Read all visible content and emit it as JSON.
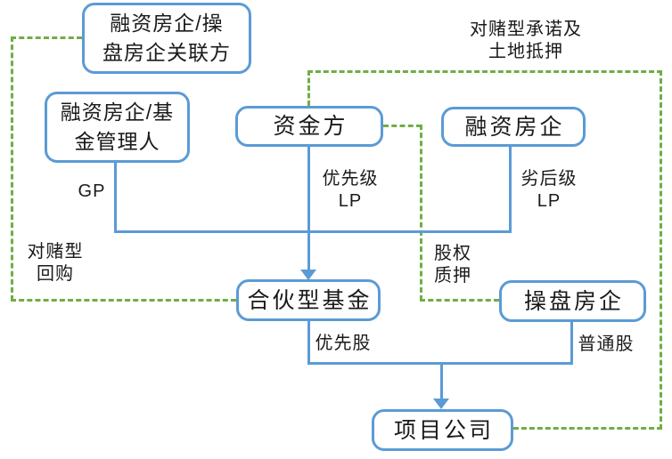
{
  "colors": {
    "box_border_blue": "#5B9BD5",
    "connector_blue": "#5B9BD5",
    "connector_green_dashed": "#70AD47",
    "text": "#1A1A1A",
    "background": "#FFFFFF"
  },
  "nodes": {
    "related_party": {
      "line1": "融资房企/操",
      "line2": "盘房企关联方"
    },
    "fund_manager": {
      "line1": "融资房企/基",
      "line2": "金管理人"
    },
    "capital_provider": {
      "label": "资金方"
    },
    "financing_developer": {
      "label": "融资房企"
    },
    "partnership_fund": {
      "label": "合伙型基金"
    },
    "operating_developer": {
      "label": "操盘房企"
    },
    "project_company": {
      "label": "项目公司"
    }
  },
  "edge_labels": {
    "gp": "GP",
    "senior_lp": {
      "line1": "优先级",
      "line2": "LP"
    },
    "junior_lp": {
      "line1": "劣后级",
      "line2": "LP"
    },
    "vam_commitment": {
      "line1": "对赌型承诺及",
      "line2": "土地抵押"
    },
    "vam_buyback": {
      "line1": "对赌型",
      "line2": "回购"
    },
    "equity_pledge": {
      "line1": "股权",
      "line2": "质押"
    },
    "preferred_stock": "优先股",
    "common_stock": "普通股"
  }
}
